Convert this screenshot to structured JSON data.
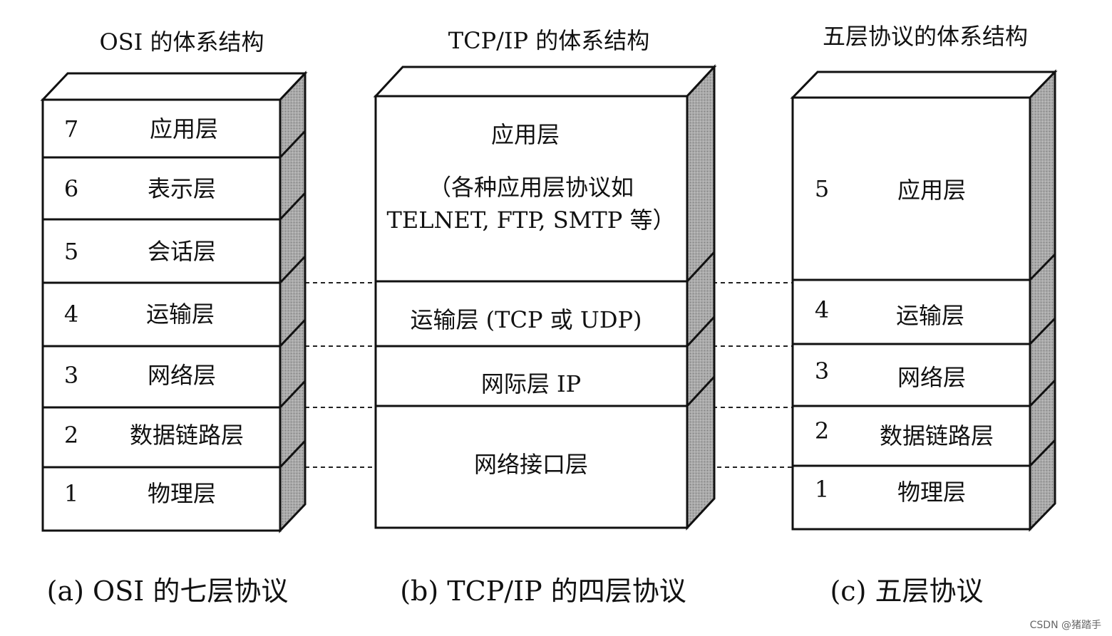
{
  "osi": {
    "title": "OSI 的体系结构",
    "caption": "(a) OSI 的七层协议",
    "layers": [
      {
        "num": "7",
        "name": "应用层"
      },
      {
        "num": "6",
        "name": "表示层"
      },
      {
        "num": "5",
        "name": "会话层"
      },
      {
        "num": "4",
        "name": "运输层"
      },
      {
        "num": "3",
        "name": "网络层"
      },
      {
        "num": "2",
        "name": "数据链路层"
      },
      {
        "num": "1",
        "name": "物理层"
      }
    ]
  },
  "tcpip": {
    "title": "TCP/IP 的体系结构",
    "caption": "(b) TCP/IP 的四层协议",
    "layers": [
      {
        "lines": [
          "应用层",
          "（各种应用层协议如",
          "TELNET, FTP, SMTP 等）"
        ]
      },
      {
        "lines": [
          "运输层 (TCP 或 UDP)"
        ]
      },
      {
        "lines": [
          "网际层 IP"
        ]
      },
      {
        "lines": [
          "网络接口层"
        ]
      }
    ]
  },
  "five": {
    "title": "五层协议的体系结构",
    "caption": "(c)  五层协议",
    "layers": [
      {
        "num": "5",
        "name": "应用层"
      },
      {
        "num": "4",
        "name": "运输层"
      },
      {
        "num": "3",
        "name": "网络层"
      },
      {
        "num": "2",
        "name": "数据链路层"
      },
      {
        "num": "1",
        "name": "物理层"
      }
    ]
  },
  "watermark": "CSDN @猪踏手"
}
